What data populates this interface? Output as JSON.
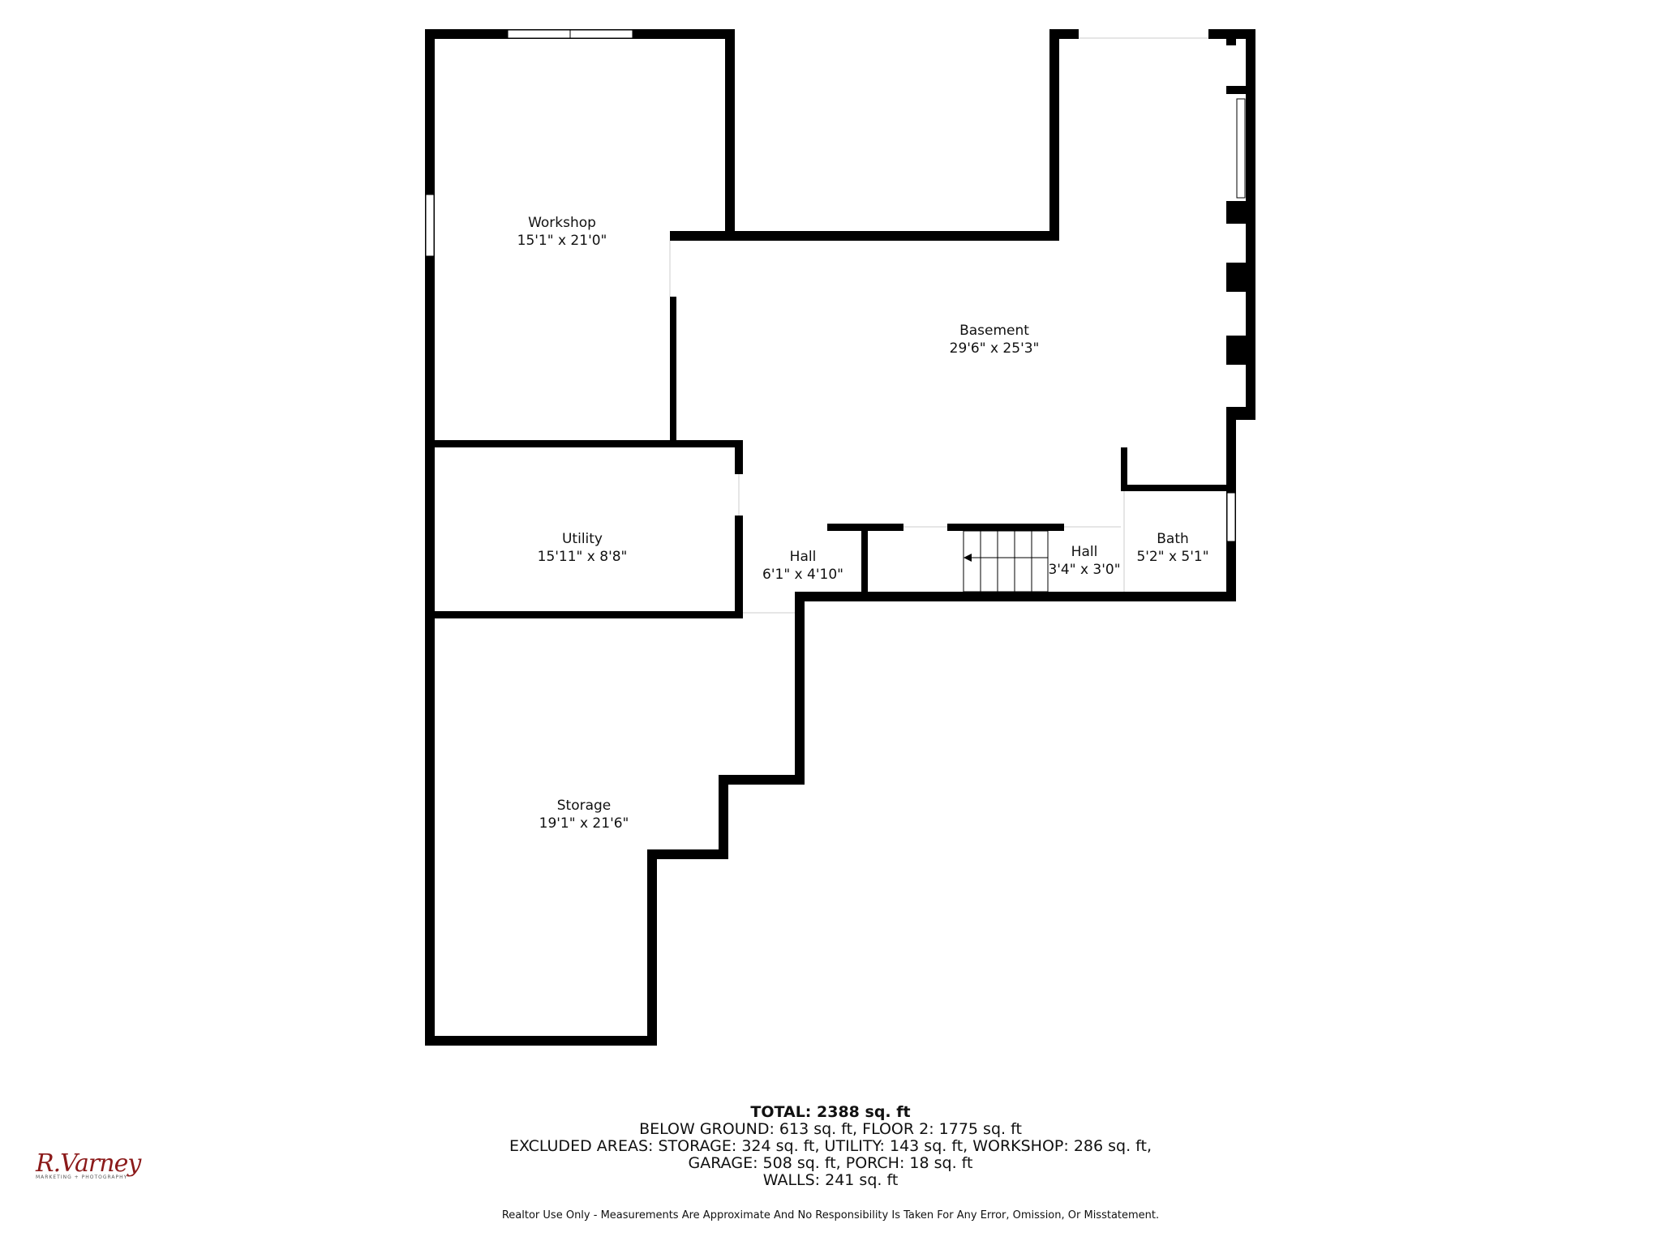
{
  "plan": {
    "wall_color": "#000000",
    "window_color": "#ffffff",
    "rooms": [
      {
        "name": "Workshop",
        "dimensions": "15'1\" x 21'0\""
      },
      {
        "name": "Basement",
        "dimensions": "29'6\" x 25'3\""
      },
      {
        "name": "Utility",
        "dimensions": "15'11\" x 8'8\""
      },
      {
        "name": "Hall",
        "dimensions": "6'1\" x 4'10\""
      },
      {
        "name": "Hall",
        "dimensions": "3'4\" x 3'0\""
      },
      {
        "name": "Bath",
        "dimensions": "5'2\" x 5'1\""
      },
      {
        "name": "Storage",
        "dimensions": "19'1\" x 21'6\""
      }
    ]
  },
  "summary": {
    "total": "TOTAL: 2388 sq. ft",
    "line1": "BELOW GROUND: 613 sq. ft, FLOOR 2: 1775 sq. ft",
    "line2": "EXCLUDED AREAS: STORAGE: 324 sq. ft, UTILITY: 143 sq. ft, WORKSHOP: 286 sq. ft,",
    "line3": "GARAGE: 508 sq. ft, PORCH: 18 sq. ft",
    "line4": "WALLS: 241 sq. ft"
  },
  "disclaimer": "Realtor Use Only - Measurements Are Approximate And No Responsibility Is Taken For Any Error, Omission, Or Misstatement.",
  "logo": {
    "name": "R.Varney",
    "tagline": "MARKETING + PHOTOGRAPHY",
    "color": "#8b1a1a"
  }
}
